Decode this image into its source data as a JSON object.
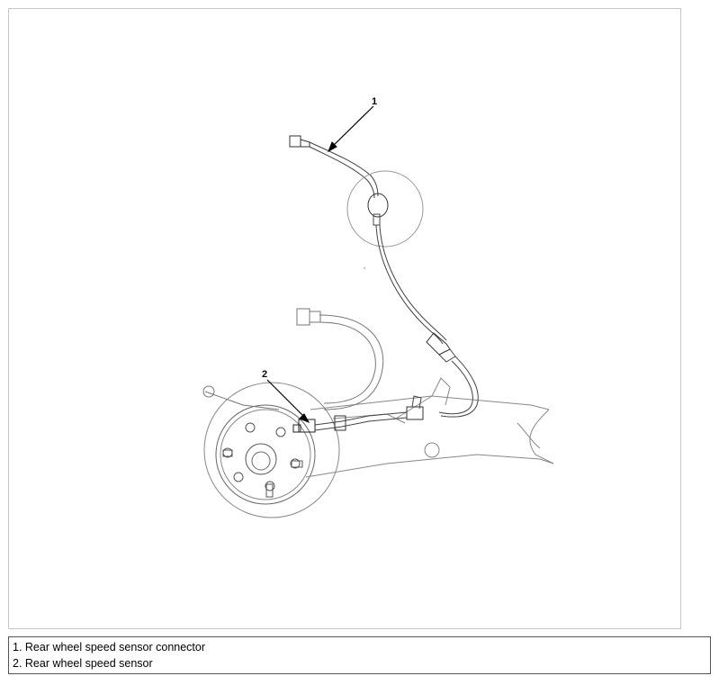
{
  "diagram": {
    "callouts": [
      {
        "number": "1",
        "label": "Rear wheel speed sensor connector"
      },
      {
        "number": "2",
        "label": "Rear wheel speed sensor"
      }
    ]
  },
  "legend": {
    "items": [
      "1. Rear wheel speed sensor connector",
      "2. Rear wheel speed sensor"
    ]
  }
}
